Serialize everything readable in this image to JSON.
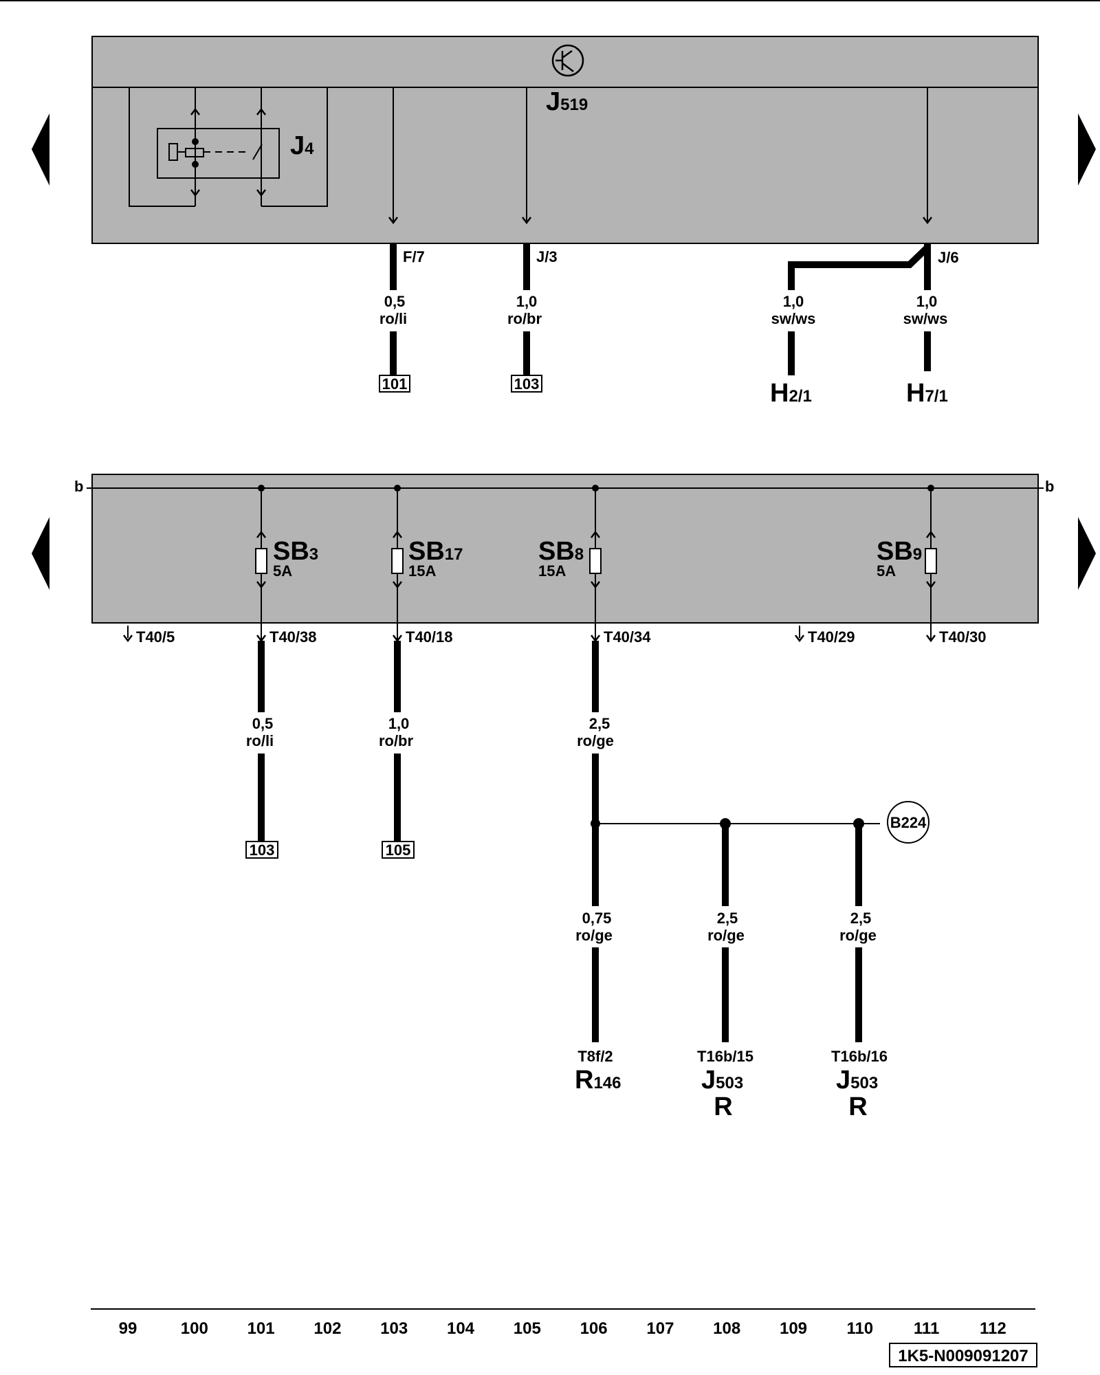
{
  "top_panel": {
    "control_unit": {
      "letter": "J",
      "sub": "519"
    },
    "relay": {
      "letter": "J",
      "sub": "4"
    },
    "pins": {
      "f7": "F/7",
      "j3": "J/3",
      "j6": "J/6"
    },
    "wires": [
      {
        "gauge": "0,5",
        "color": "ro/li",
        "ref": "101"
      },
      {
        "gauge": "1,0",
        "color": "ro/br",
        "ref": "103"
      },
      {
        "gauge": "1,0",
        "color": "sw/ws",
        "dest_letter": "H",
        "dest_sub": "2/1"
      },
      {
        "gauge": "1,0",
        "color": "sw/ws",
        "dest_letter": "H",
        "dest_sub": "7/1"
      }
    ]
  },
  "bottom_panel": {
    "bus_label": "b",
    "fuses": [
      {
        "name": "SB",
        "sub": "3",
        "rating": "5A"
      },
      {
        "name": "SB",
        "sub": "17",
        "rating": "15A"
      },
      {
        "name": "SB",
        "sub": "8",
        "rating": "15A"
      },
      {
        "name": "SB",
        "sub": "9",
        "rating": "5A"
      }
    ],
    "pins": [
      "T40/5",
      "T40/38",
      "T40/18",
      "T40/34",
      "T40/29",
      "T40/30"
    ],
    "wires": [
      {
        "gauge": "0,5",
        "color": "ro/li",
        "ref": "103"
      },
      {
        "gauge": "1,0",
        "color": "ro/br",
        "ref": "105"
      },
      {
        "gauge": "2,5",
        "color": "ro/ge"
      }
    ],
    "splice": "B224",
    "branches": [
      {
        "gauge": "0,75",
        "color": "ro/ge",
        "pin": "T8f/2",
        "dest_letter": "R",
        "dest_sub": "146",
        "dest_extra": ""
      },
      {
        "gauge": "2,5",
        "color": "ro/ge",
        "pin": "T16b/15",
        "dest_letter": "J",
        "dest_sub": "503",
        "dest_extra": "R"
      },
      {
        "gauge": "2,5",
        "color": "ro/ge",
        "pin": "T16b/16",
        "dest_letter": "J",
        "dest_sub": "503",
        "dest_extra": "R"
      }
    ]
  },
  "columns": [
    "99",
    "100",
    "101",
    "102",
    "103",
    "104",
    "105",
    "106",
    "107",
    "108",
    "109",
    "110",
    "111",
    "112"
  ],
  "doc_id": "1K5-N009091207",
  "colors": {
    "panel_fill": "#b4b4b4",
    "line": "#000000",
    "background": "#ffffff"
  }
}
